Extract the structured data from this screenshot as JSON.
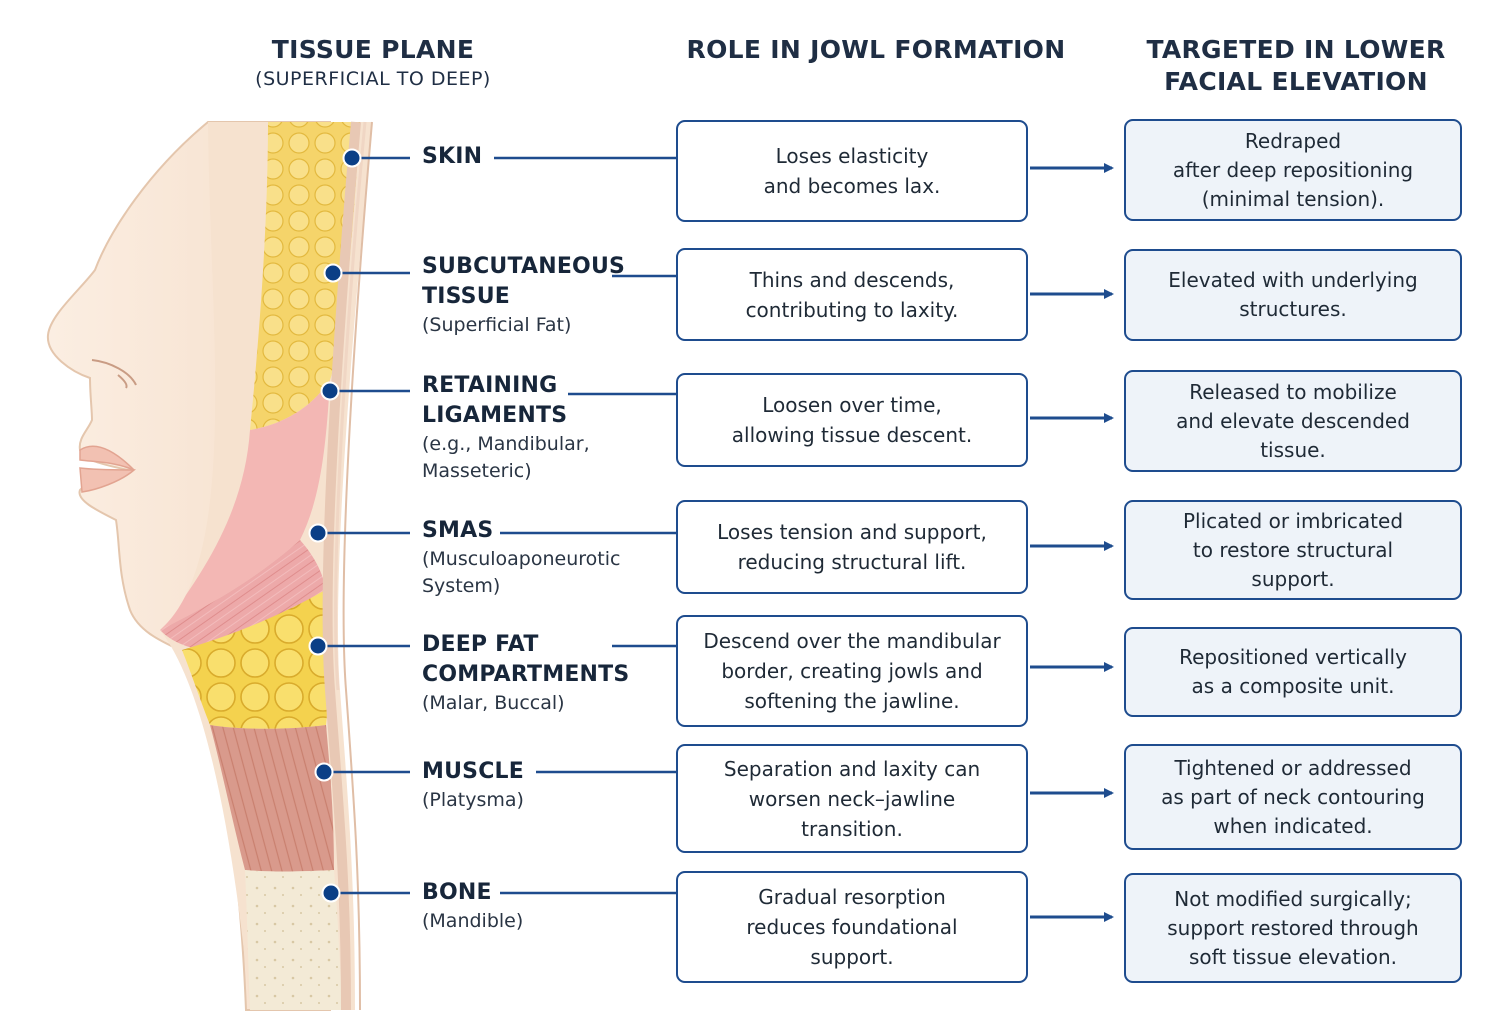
{
  "headers": {
    "plane": "TISSUE PLANE",
    "plane_sub": "(SUPERFICIAL TO DEEP)",
    "role": "ROLE IN JOWL FORMATION",
    "target": "TARGETED IN LOWER\nFACIAL ELEVATION"
  },
  "colors": {
    "accent": "#1e4c8e",
    "dot": "#0b3f86",
    "target_fill": "#eef3f9",
    "skin": "#f8e6d6",
    "subcutaneous_fat": "#f5d465",
    "ligament": "#f2b3b3",
    "smas": "#eda6a6",
    "deep_fat": "#f7d95a",
    "muscle": "#d99c8e",
    "bone": "#f4ecd8"
  },
  "rows": [
    {
      "name": "SKIN",
      "desc": "",
      "role": "Loses elasticity\nand becomes lax.",
      "target": "Redraped\nafter deep repositioning\n(minimal tension)."
    },
    {
      "name": "SUBCUTANEOUS\nTISSUE",
      "desc": "(Superficial Fat)",
      "role": "Thins and descends,\ncontributing to laxity.",
      "target": "Elevated with underlying\nstructures."
    },
    {
      "name": "RETAINING\nLIGAMENTS",
      "desc": "(e.g., Mandibular,\nMasseteric)",
      "role": "Loosen over time,\nallowing tissue descent.",
      "target": "Released to mobilize\nand elevate descended\ntissue."
    },
    {
      "name": "SMAS",
      "desc": "(Musculoaponeurotic\nSystem)",
      "role": "Loses tension and support,\nreducing structural lift.",
      "target": "Plicated or imbricated\nto restore structural\nsupport."
    },
    {
      "name": "DEEP FAT\nCOMPARTMENTS",
      "desc": "(Malar, Buccal)",
      "role": "Descend over the mandibular\nborder, creating jowls and\nsoftening the jawline.",
      "target": "Repositioned vertically\nas a composite unit."
    },
    {
      "name": "MUSCLE",
      "desc": "(Platysma)",
      "role": "Separation and laxity can\nworsen neck–jawline\ntransition.",
      "target": "Tightened or addressed\nas part of neck contouring\nwhen indicated."
    },
    {
      "name": "BONE",
      "desc": "(Mandible)",
      "role": "Gradual resorption\nreduces foundational\nsupport.",
      "target": "Not modified surgically;\nsupport restored through\nsoft tissue elevation."
    }
  ]
}
